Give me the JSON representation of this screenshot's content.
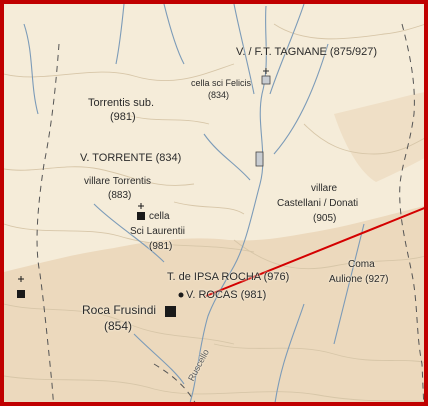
{
  "map": {
    "colors": {
      "frame": "#c00000",
      "paper": "#f5ecd9",
      "highland": "#ecd9bd",
      "river": "#7c9bb8",
      "pointer": "#d40000",
      "symbol": "#1a1a1a"
    },
    "labels": {
      "tagnane": "V. / F.T. TAGNANE (875/927)",
      "cella_felicis": "cella sci Felicis",
      "cella_felicis_year": "(834)",
      "torrentis_sub": "Torrentis sub.",
      "torrentis_sub_year": "(981)",
      "v_torrente": "V. TORRENTE (834)",
      "villare_torrentis": "villare Torrentis",
      "villare_torrentis_year": "(883)",
      "cella": "cella",
      "sci_laurentii": "Sci Laurentii",
      "sci_laurentii_year": "(981)",
      "villare": "villare",
      "castellani_donati": "Castellani / Donati",
      "castellani_donati_year": "(905)",
      "ipsa_rocha": "T. de IPSA ROCHA (976)",
      "v_rocas": "V. ROCAS (981)",
      "coma": "Coma",
      "aulione": "Aulione (927)",
      "roca_frusindi": "Roca Frusindi",
      "roca_frusindi_year": "(854)",
      "stream": "Ruscello"
    }
  }
}
